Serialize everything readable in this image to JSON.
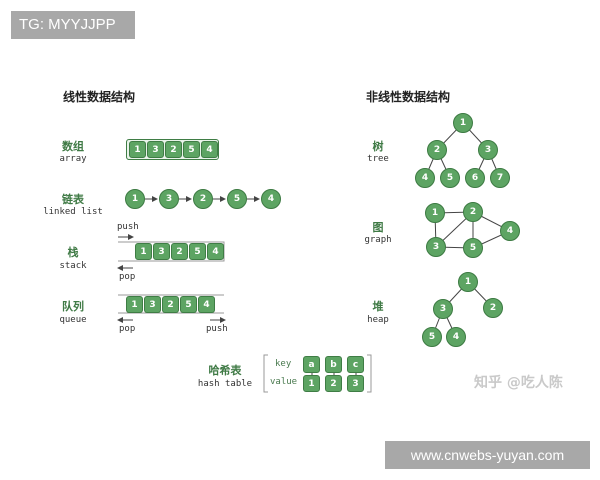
{
  "overlays": {
    "top_tag": "TG: MYYJJPP",
    "bottom_tag": "www.cnwebs-yuyan.com",
    "watermark": "知乎 @吃人陈"
  },
  "linear": {
    "title": "线性数据结构",
    "array": {
      "cn": "数组",
      "en": "array",
      "values": [
        "1",
        "3",
        "2",
        "5",
        "4"
      ]
    },
    "linked_list": {
      "cn": "链表",
      "en": "linked list",
      "values": [
        "1",
        "3",
        "2",
        "5",
        "4"
      ]
    },
    "stack": {
      "cn": "栈",
      "en": "stack",
      "values": [
        "1",
        "3",
        "2",
        "5",
        "4"
      ],
      "push": "push",
      "pop": "pop"
    },
    "queue": {
      "cn": "队列",
      "en": "queue",
      "values": [
        "1",
        "3",
        "2",
        "5",
        "4"
      ],
      "pop": "pop",
      "push": "push"
    },
    "hash_table": {
      "cn": "哈希表",
      "en": "hash table",
      "key_label": "key",
      "value_label": "value",
      "keys": [
        "a",
        "b",
        "c"
      ],
      "values": [
        "1",
        "2",
        "3"
      ]
    }
  },
  "nonlinear": {
    "title": "非线性数据结构",
    "tree": {
      "cn": "树",
      "en": "tree",
      "nodes": [
        "1",
        "2",
        "3",
        "4",
        "5",
        "6",
        "7"
      ]
    },
    "graph": {
      "cn": "图",
      "en": "graph",
      "nodes": [
        "1",
        "2",
        "3",
        "5",
        "4"
      ]
    },
    "heap": {
      "cn": "堆",
      "en": "heap",
      "nodes": [
        "1",
        "3",
        "2",
        "5",
        "4"
      ]
    }
  },
  "colors": {
    "node_fill": "#5da463",
    "node_border": "#3c7a42",
    "label": "#3f7a45"
  }
}
